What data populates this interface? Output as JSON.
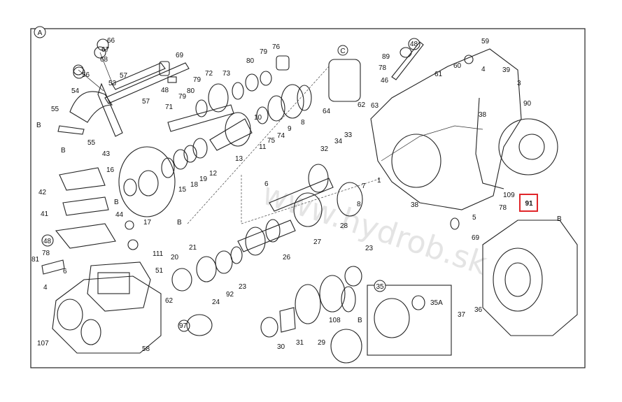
{
  "frame_letter": "A",
  "watermark": "www.hydrob.sk",
  "accent": "#e0262a",
  "section_markers": {
    "c": "C",
    "s35": "35"
  },
  "highlighted_part": "91",
  "labels": {
    "p66": "66",
    "p67": "67",
    "p68": "68",
    "p69a": "69",
    "p56": "56",
    "p57": "57",
    "p53": "53",
    "p48a": "48",
    "p57b": "57",
    "p54": "54",
    "p55a": "55",
    "p55b": "55",
    "pBa": "B",
    "p72": "72",
    "p73": "73",
    "p79a": "79",
    "p79b": "79",
    "p80a": "80",
    "p76": "76",
    "p80b": "80",
    "p79c": "79",
    "p71": "71",
    "p8a": "8",
    "p10": "10",
    "p9": "9",
    "p74": "74",
    "p75": "75",
    "p11": "11",
    "p13": "13",
    "p43": "43",
    "p16": "16",
    "p15": "15",
    "p18": "18",
    "p19": "19",
    "p12": "12",
    "pBb": "B",
    "p42": "42",
    "p41": "41",
    "pBc": "B",
    "p44": "44",
    "p17": "17",
    "pBd": "B",
    "p48b": "48",
    "p78a": "78",
    "p81": "81",
    "p4a": "4",
    "p6a": "6",
    "p111": "111",
    "p51": "51",
    "p107": "107",
    "p58": "58",
    "p62a": "62",
    "p20": "20",
    "p21": "21",
    "p24": "24",
    "p92": "92",
    "p23a": "23",
    "p97": "97",
    "p26": "26",
    "p6b": "6",
    "p27": "27",
    "p28": "28",
    "p8b": "8",
    "p7": "7",
    "p1": "1",
    "p32": "32",
    "p34": "34",
    "p33": "33",
    "p64": "64",
    "p62b": "62",
    "p63": "63",
    "p46": "46",
    "p78b": "78",
    "p89": "89",
    "p48c": "48",
    "p59": "59",
    "p60": "60",
    "p61": "61",
    "p4b": "4",
    "p39": "39",
    "p3": "3",
    "p38a": "38",
    "p90": "90",
    "p109": "109",
    "p78c": "78",
    "p38b": "38",
    "p5": "5",
    "p69b": "69",
    "p23b": "23",
    "pBe": "B",
    "p30": "30",
    "p31": "31",
    "p29": "29",
    "p108": "108",
    "p35A": "35A",
    "p37": "37",
    "p36": "36",
    "pBf": "B"
  }
}
